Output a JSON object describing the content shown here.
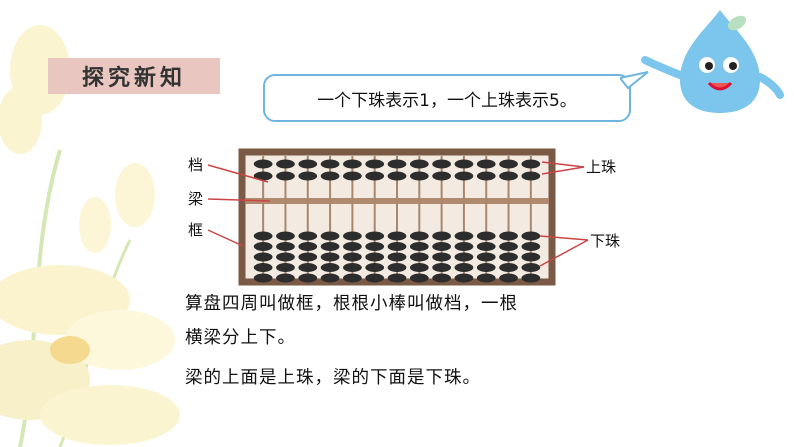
{
  "section_title": "探究新知",
  "bubble_text": "一个下珠表示1，一个上珠表示5。",
  "labels": {
    "rod": "档",
    "beam": "梁",
    "frame": "框",
    "upper_bead": "上珠",
    "lower_bead": "下珠"
  },
  "lines": [
    "算盘四周叫做框，根根小棒叫做档，一根",
    "横梁分上下。",
    "梁的上面是上珠，梁的下面是下珠。"
  ],
  "abacus": {
    "rods": 13
  },
  "colors": {
    "frame": "#7a5a44",
    "bead": "#2d2d2d",
    "title_bg": "#e9c7c0",
    "bubble_border": "#6fb5de"
  }
}
